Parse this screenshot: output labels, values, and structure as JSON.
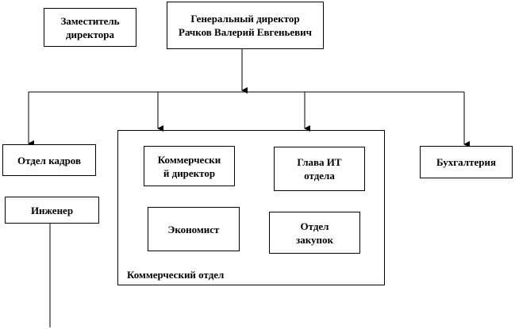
{
  "nodes": {
    "deputy_director": "Заместитель\nдиректора",
    "general_director": "Генеральный директор\nРачков Валерий Евгеньевич",
    "hr_department": "Отдел кадров",
    "engineer": "Инженер",
    "commercial_director": "Коммерчески\nй директор",
    "it_head": "Глава ИТ\nотдела",
    "economist": "Экономист",
    "purchasing_department": "Отдел\nзакупок",
    "accounting": "Бухгалтерия"
  },
  "groups": {
    "commercial_department": "Коммерческий отдел"
  },
  "colors": {
    "stroke": "#000000",
    "background": "#ffffff"
  }
}
